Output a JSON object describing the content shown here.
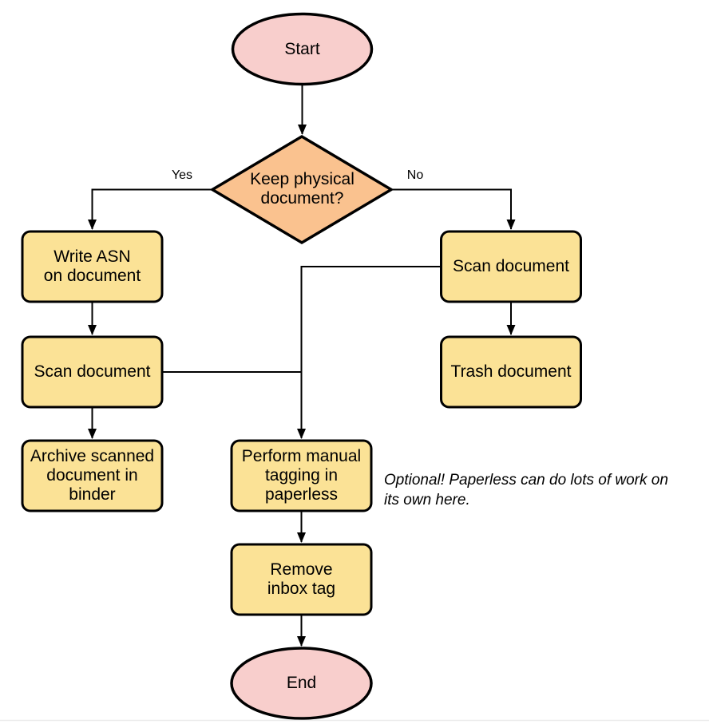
{
  "diagram": {
    "nodes": {
      "start": {
        "label": "Start",
        "type": "terminal"
      },
      "decision": {
        "label": "Keep physical\ndocument?",
        "type": "decision"
      },
      "write_asn": {
        "label": "Write ASN\non document",
        "type": "process"
      },
      "scan_left": {
        "label": "Scan document",
        "type": "process"
      },
      "archive": {
        "label": "Archive scanned\ndocument in\nbinder",
        "type": "process"
      },
      "scan_right": {
        "label": "Scan document",
        "type": "process"
      },
      "trash": {
        "label": "Trash document",
        "type": "process"
      },
      "tagging": {
        "label": "Perform manual\ntagging in\npaperless",
        "type": "process"
      },
      "remove_inbox": {
        "label": "Remove\ninbox tag",
        "type": "process"
      },
      "end": {
        "label": "End",
        "type": "terminal"
      }
    },
    "edge_labels": {
      "yes": "Yes",
      "no": "No"
    },
    "note": "Optional! Paperless can do lots of work on\nits own here.",
    "colors": {
      "terminal_fill": "#F8CECC",
      "decision_fill": "#FAC28F",
      "process_fill": "#FBE296",
      "stroke": "#000000",
      "connector": "#000000",
      "page_border": "#ebebeb"
    }
  }
}
